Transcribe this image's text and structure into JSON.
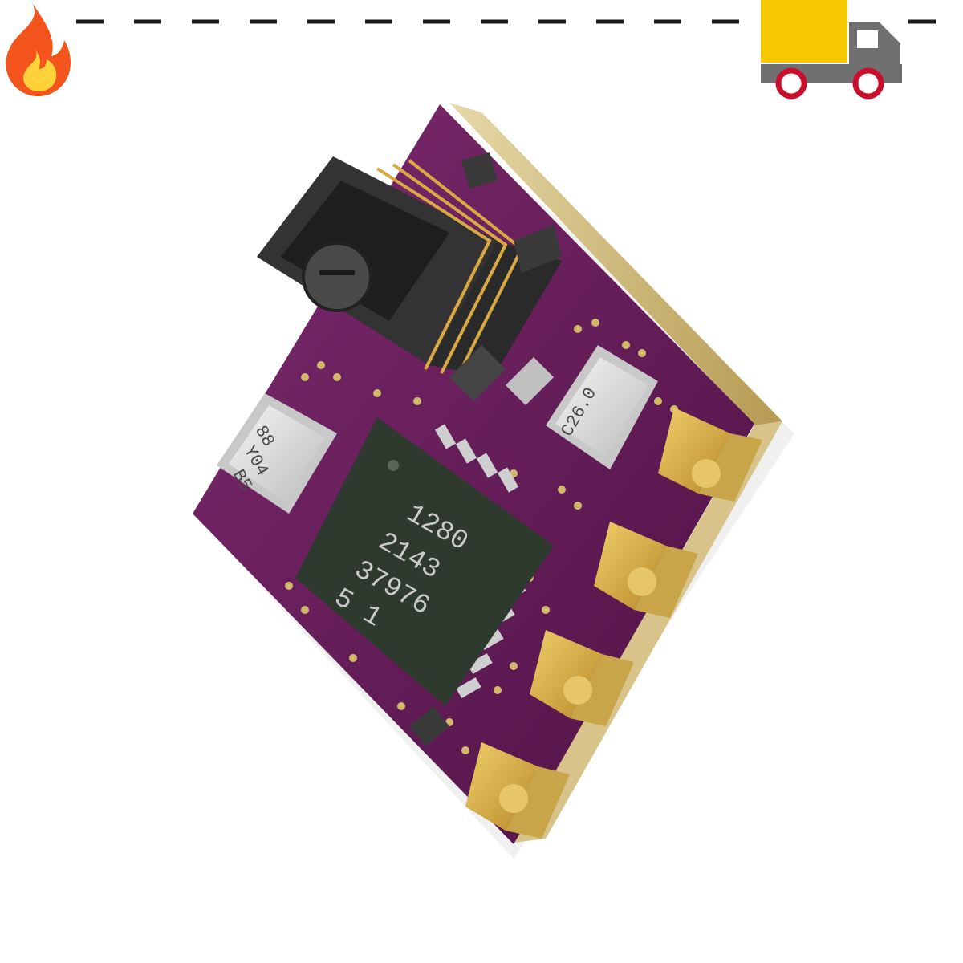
{
  "colors": {
    "dash": "#1a1a1a",
    "fire_outer": "#f2541b",
    "fire_inner": "#ffd23c",
    "truck_cargo": "#f7c900",
    "truck_body": "#707070",
    "truck_wheel": "#c8102e",
    "pcb": "#6a1a5c",
    "chip": "#2f3a2f",
    "gold": "#d8b04a"
  },
  "icons": [
    "fire-icon",
    "delivery-truck-icon"
  ],
  "chip_marking": {
    "line1": "1280",
    "line2": "2143",
    "line3": "37976",
    "line4": "5 1"
  },
  "crystal_left_marking": {
    "line1": "88",
    "line2": "Y04",
    "line3": "B5"
  },
  "crystal_right_marking": {
    "line1": "C26.0"
  }
}
